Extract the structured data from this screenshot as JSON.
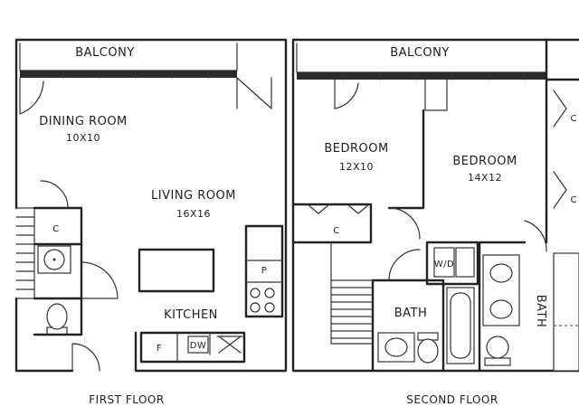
{
  "floors": [
    {
      "caption": "FIRST FLOOR",
      "rooms": {
        "balcony": {
          "name": "BALCONY"
        },
        "dining": {
          "name": "DINING ROOM",
          "size": "10X10"
        },
        "living": {
          "name": "LIVING ROOM",
          "size": "16X16"
        },
        "kitchen": {
          "name": "KITCHEN"
        },
        "closet": {
          "name": "C"
        },
        "pantry": {
          "name": "P"
        },
        "fridge": {
          "name": "F"
        },
        "dishwasher": {
          "name": "DW"
        }
      }
    },
    {
      "caption": "SECOND FLOOR",
      "rooms": {
        "balcony": {
          "name": "BALCONY"
        },
        "bedroom1": {
          "name": "BEDROOM",
          "size": "12X10"
        },
        "bedroom2": {
          "name": "BEDROOM",
          "size": "14X12"
        },
        "closet1": {
          "name": "C"
        },
        "closet2": {
          "name": "C"
        },
        "closet3": {
          "name": "C"
        },
        "bath1": {
          "name": "BATH"
        },
        "bath2": {
          "name": "BATH"
        },
        "washer_dryer": {
          "name": "W/D"
        }
      }
    }
  ]
}
